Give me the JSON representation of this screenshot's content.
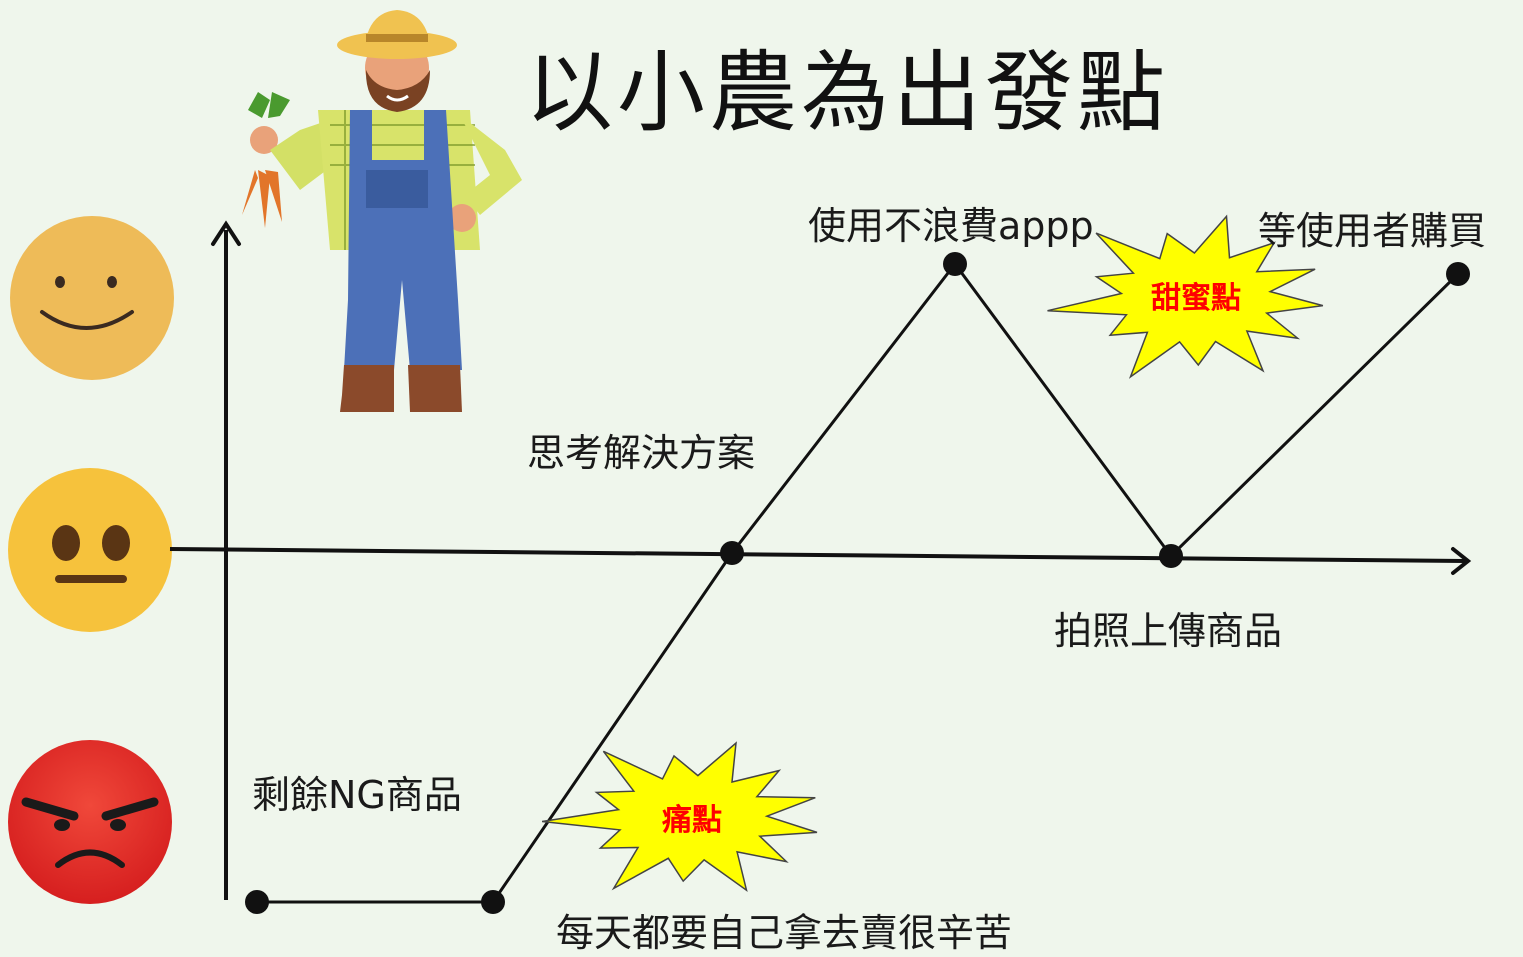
{
  "title": "以小農為出發點",
  "journey": [
    {
      "label": "剩餘NG商品",
      "level": -1
    },
    {
      "label": "每天都要自己拿去賣很辛苦",
      "level": -1
    },
    {
      "label": "思考解決方案",
      "level": 0
    },
    {
      "label": "使用不浪費appp",
      "level": 1
    },
    {
      "label": "拍照上傳商品",
      "level": 0
    },
    {
      "label": "等使用者購買",
      "level": 1
    }
  ],
  "callouts": {
    "pain": "痛點",
    "sweet": "甜蜜點"
  },
  "moods": [
    {
      "name": "happy",
      "icon": "smile-face-icon"
    },
    {
      "name": "neutral",
      "icon": "neutral-face-icon"
    },
    {
      "name": "angry",
      "icon": "angry-face-icon"
    }
  ],
  "colors": {
    "background": "#eff6ec",
    "callout_fill": "#ffff00",
    "callout_text": "#ff0000",
    "line": "#111111"
  }
}
